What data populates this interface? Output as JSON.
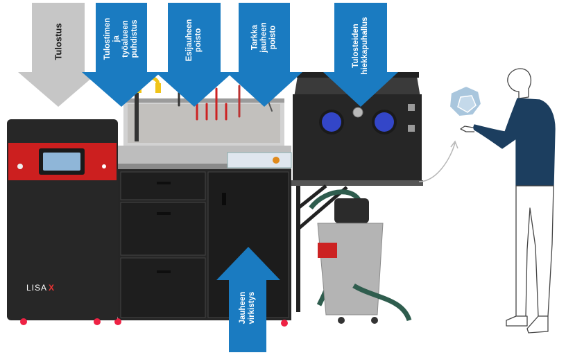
{
  "labels": {
    "tulostus": "Tulostus",
    "puhdistus": [
      "Tulostimen",
      "ja",
      "työalueen",
      "puhdistus"
    ],
    "esijauhe": [
      "Esijauheen",
      "poisto"
    ],
    "tarkka": [
      "Tarkka",
      "jauheen",
      "poisto"
    ],
    "hiekkapuhallus": [
      "Tulosteiden",
      "hiekkapuhallus"
    ],
    "virkistys": [
      "Jauheen",
      "virkistys"
    ]
  },
  "brand": {
    "logo_text": "LISA",
    "logo_mark": "X"
  },
  "colors": {
    "arrow_blue": "#1a7bc1",
    "arrow_gray": "#c6c6c6",
    "printer_red": "#cc1f1f",
    "machine_dark": "#262626",
    "polyhedron": "#a9c6dd",
    "shirt": "#1c3e5f"
  }
}
